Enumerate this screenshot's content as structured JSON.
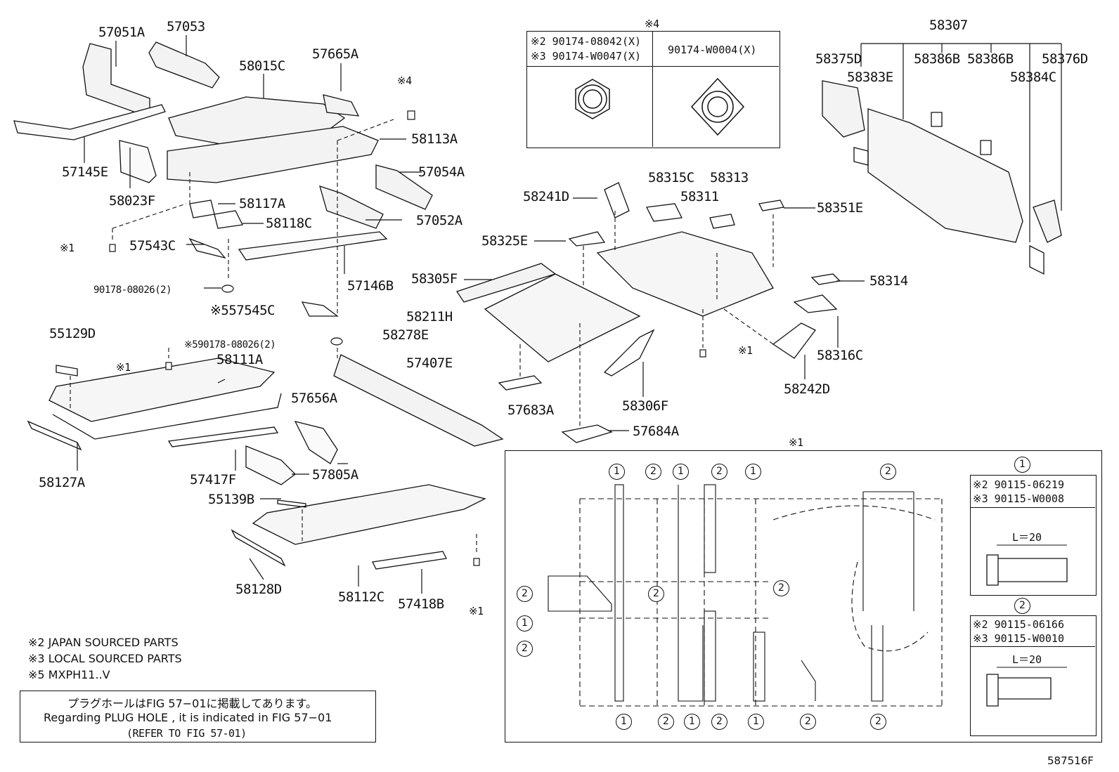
{
  "parts": {
    "p57051A": "57051A",
    "p57053": "57053",
    "p58015C": "58015C",
    "p57665A": "57665A",
    "pRef4": "※4",
    "p57145E": "57145E",
    "p58023F": "58023F",
    "p58113A": "58113A",
    "p57054A": "57054A",
    "p58117A": "58117A",
    "p58118C": "58118C",
    "p57052A": "57052A",
    "pRef1a": "※1",
    "p57543C": "57543C",
    "p90178a": "90178-08026(2)",
    "p57146B": "57146B",
    "p57545C": "※557545C",
    "p55129D": "55129D",
    "pRef1b": "※1",
    "p90178b": "※590178-08026(2)",
    "p58111A": "58111A",
    "p57407E": "57407E",
    "p57656A": "57656A",
    "p58127A": "58127A",
    "p57417F": "57417F",
    "p57805A": "57805A",
    "p55139B": "55139B",
    "p58128D": "58128D",
    "p58112C": "58112C",
    "p57418B": "57418B",
    "pRef1c": "※1",
    "p58307": "58307",
    "p58375D": "58375D",
    "p58383E": "58383E",
    "p58386B1": "58386B",
    "p58386B2": "58386B",
    "p58376D": "58376D",
    "p58384C": "58384C",
    "p58241D": "58241D",
    "p58315C": "58315C",
    "p58313": "58313",
    "p58311": "58311",
    "p58351E": "58351E",
    "p58325E": "58325E",
    "p58305F": "58305F",
    "p58314": "58314",
    "p58211H": "58211H",
    "p58278E": "58278E",
    "pRef1d": "※1",
    "p58316C": "58316C",
    "p58242D": "58242D",
    "p57683A": "57683A",
    "p58306F": "58306F",
    "p57684A": "57684A"
  },
  "nut_table": {
    "ref": "※4",
    "left_line1": "※2 90174-08042(X)",
    "left_line2": "※3 90174-W0047(X)",
    "right": "90174-W0004(X)"
  },
  "bolt_panel": {
    "ref": "※1",
    "circle1": "1",
    "circle2": "2",
    "b1_line1": "※2 90115-06219",
    "b1_line2": "※3 90115-W0008",
    "b1_len": "L＝20",
    "b2_line1": "※2 90115-06166",
    "b2_line2": "※3 90115-W0010",
    "b2_len": "L＝20"
  },
  "notes": {
    "n2": "※2 JAPAN SOURCED PARTS",
    "n3": "※3 LOCAL SOURCED PARTS",
    "n5": "※5 MXPH11..V",
    "jp": "プラグホールはFIG 57−01に掲載してあります。",
    "en": "Regarding PLUG HOLE , it is indicated in FIG 57−01",
    "ref": "(REFER TO FIG 57-01)"
  },
  "figure_id": "587516F"
}
